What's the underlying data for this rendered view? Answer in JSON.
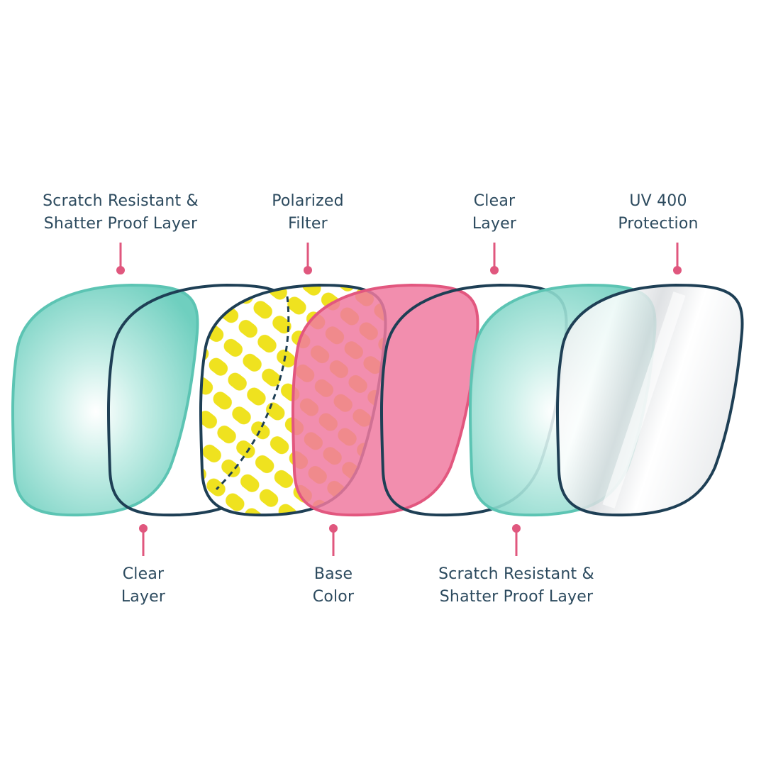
{
  "labels_top": [
    {
      "id": "scratch-top",
      "line1": "Scratch Resistant &",
      "line2": "Shatter Proof Layer"
    },
    {
      "id": "polarized",
      "line1": "Polarized",
      "line2": "Filter"
    },
    {
      "id": "clear-top",
      "line1": "Clear",
      "line2": "Layer"
    },
    {
      "id": "uv",
      "line1": "UV 400",
      "line2": "Protection"
    }
  ],
  "labels_bottom": [
    {
      "id": "clear-bottom",
      "line1": "Clear",
      "line2": "Layer"
    },
    {
      "id": "base",
      "line1": "Base",
      "line2": "Color"
    },
    {
      "id": "scratch-bottom",
      "line1": "Scratch Resistant &",
      "line2": "Shatter Proof Layer"
    }
  ],
  "colors": {
    "teal_fill": "#7fd6c8",
    "teal_edge": "#5cc4b3",
    "navy_outline": "#1e3f55",
    "yellow": "#efe21f",
    "pink": "#f07aa0",
    "pink_edge": "#e2577f",
    "pointer": "#e0577e",
    "text": "#2c4a5e"
  }
}
